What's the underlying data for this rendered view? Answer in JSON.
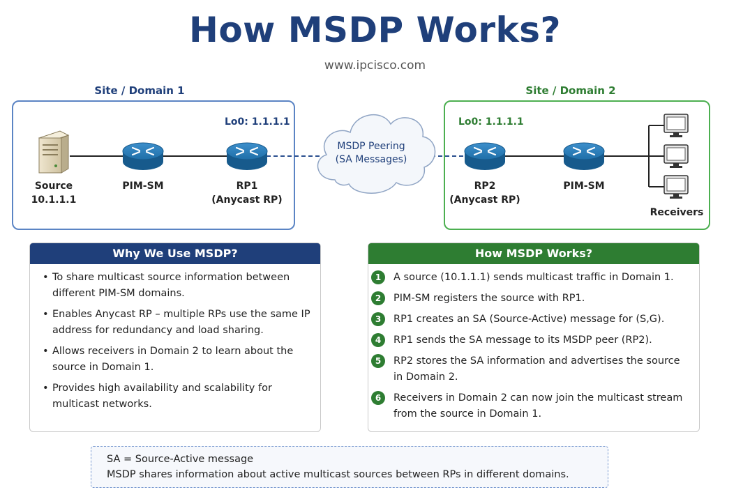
{
  "header": {
    "title": "How MSDP Works?",
    "subtitle": "www.ipcisco.com"
  },
  "diagram": {
    "site1_label": "Site / Domain 1",
    "site2_label": "Site / Domain 2",
    "source_label_1": "Source",
    "source_label_2": "10.1.1.1",
    "pim_sm_1": "PIM-SM",
    "rp1_label_1": "RP1",
    "rp1_label_2": "(Anycast RP)",
    "rp1_lo0": "Lo0: 1.1.1.1",
    "cloud_line_1": "MSDP Peering",
    "cloud_line_2": "(SA Messages)",
    "rp2_lo0": "Lo0: 1.1.1.1",
    "rp2_label_1": "RP2",
    "rp2_label_2": "(Anycast RP)",
    "pim_sm_2": "PIM-SM",
    "receivers_label": "Receivers",
    "colors": {
      "domain1": "#1f3f7a",
      "domain2": "#2e7d32",
      "router": "#1f6fa8"
    },
    "icons": [
      "server-icon",
      "router-icon",
      "cloud-icon",
      "monitor-icon"
    ]
  },
  "why_panel": {
    "title": "Why We Use MSDP?",
    "items": [
      {
        "line1": "To share multicast source information between",
        "line2": "different PIM-SM domains."
      },
      {
        "line1": "Enables Anycast RP – multiple RPs use the same IP",
        "line2": "address for redundancy and load sharing."
      },
      {
        "line1": "Allows receivers in Domain 2 to learn about the",
        "line2": "source in Domain 1."
      },
      {
        "line1": "Provides high availability and scalability for",
        "line2": "multicast networks."
      }
    ]
  },
  "how_panel": {
    "title": "How MSDP Works?",
    "steps": [
      {
        "n": "1",
        "line1": "A source (10.1.1.1) sends multicast traffic in Domain 1.",
        "line2": ""
      },
      {
        "n": "2",
        "line1": "PIM-SM registers the source with RP1.",
        "line2": ""
      },
      {
        "n": "3",
        "line1": "RP1 creates an SA (Source-Active) message for (S,G).",
        "line2": ""
      },
      {
        "n": "4",
        "line1": "RP1 sends the SA message to its MSDP peer (RP2).",
        "line2": ""
      },
      {
        "n": "5",
        "line1": "RP2 stores the SA information and advertises the source",
        "line2": "in Domain 2."
      },
      {
        "n": "6",
        "line1": "Receivers in Domain 2 can now join the multicast stream",
        "line2": "from the source in Domain 1."
      }
    ]
  },
  "note": {
    "line1": "SA = Source-Active message",
    "line2": "MSDP shares information about active multicast sources between RPs in different domains."
  }
}
